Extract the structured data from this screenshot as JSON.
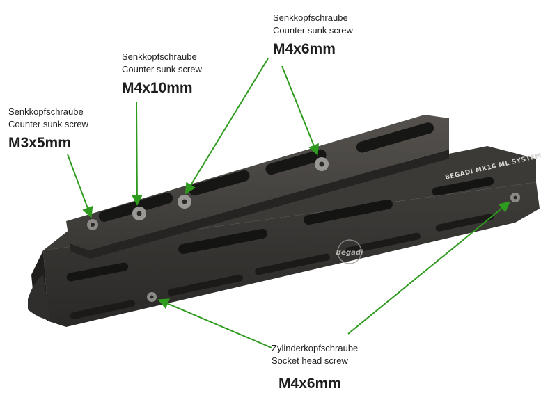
{
  "callouts": [
    {
      "line1": "Senkkopfschraube",
      "line2": "Counter sunk screw",
      "size": "M3x5mm"
    },
    {
      "line1": "Senkkopfschraube",
      "line2": "Counter sunk screw",
      "size": "M4x10mm"
    },
    {
      "line1": "Senkkopfschraube",
      "line2": "Counter sunk screw",
      "size": "M4x6mm"
    },
    {
      "line1": "Zylinderkopfschraube",
      "line2": "Socket head screw",
      "size": "M4x6mm"
    }
  ],
  "product": {
    "engraving": "BEGADI MK16 ML SYSTEM",
    "watermark": "Begadi"
  },
  "colors": {
    "arrow": "#2e9a1e",
    "rail_dark": "#2b2a28",
    "rail_mid": "#3a3936",
    "rail_light": "#4a4845",
    "slot": "#151514",
    "text": "#1e1e1e"
  }
}
